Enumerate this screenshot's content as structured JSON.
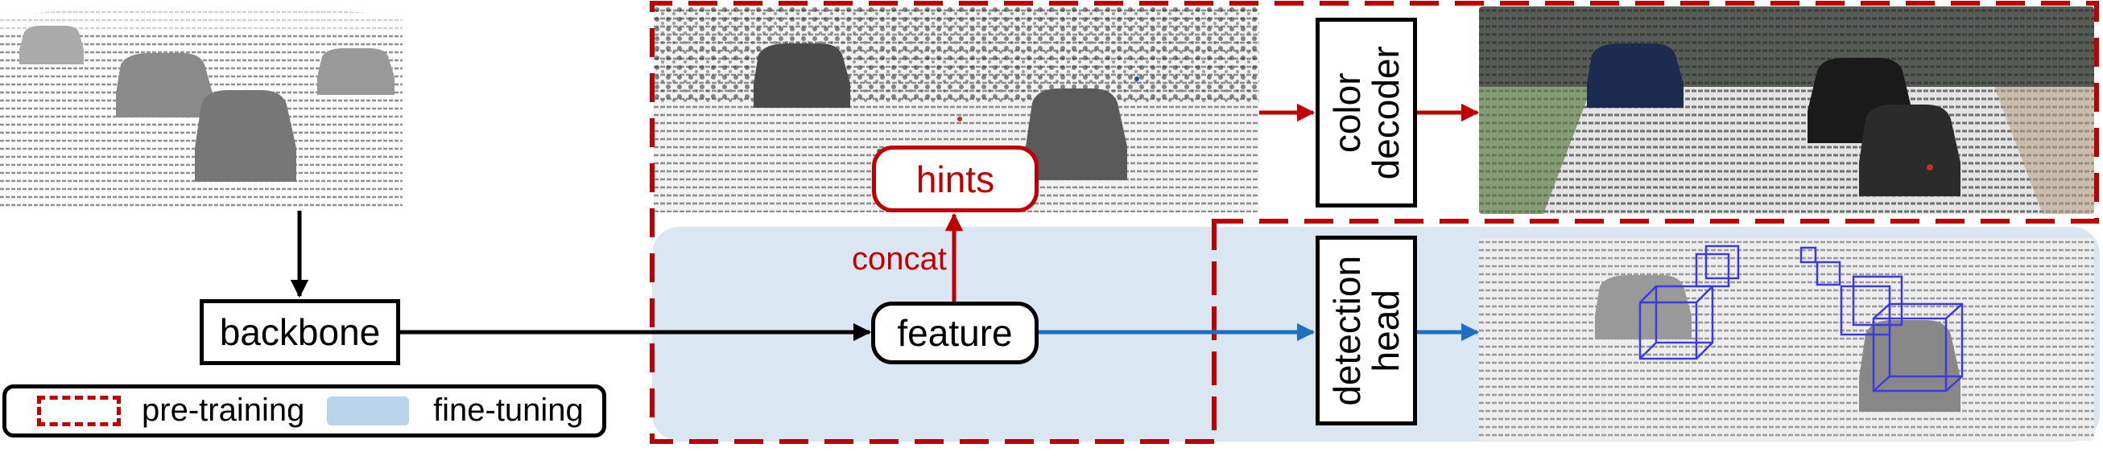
{
  "nodes": {
    "backbone": "backbone",
    "feature": "feature",
    "hints": "hints",
    "color_decoder": [
      "color",
      "decoder"
    ],
    "detection_head": [
      "detection",
      "head"
    ]
  },
  "edges": {
    "concat": "concat"
  },
  "legend": {
    "pretraining": "pre-training",
    "finetuning": "fine-tuning"
  },
  "colors": {
    "pretraining_red": "#c00000",
    "finetuning_blue": "#dae6f2",
    "detection_arrow": "#1f6fc0",
    "box_outline": "#3a3adf"
  },
  "images": [
    "grayscale-point-cloud",
    "sparse-color-hint-point-cloud",
    "colorized-point-cloud",
    "point-cloud-with-3d-detection-boxes"
  ]
}
